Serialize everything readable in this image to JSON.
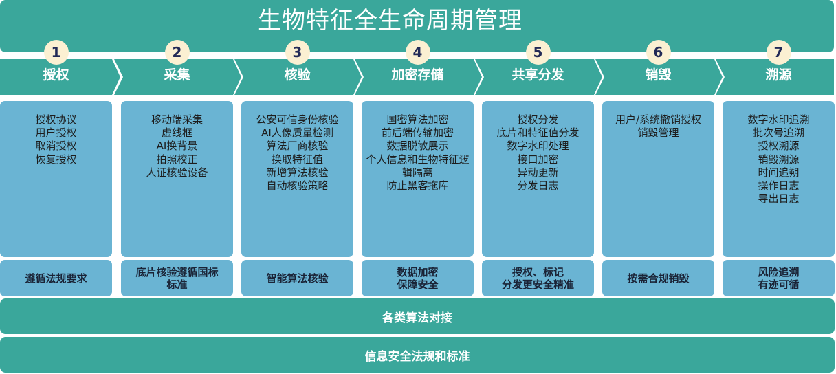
{
  "title": "生物特征全生命周期管理",
  "stages": [
    {
      "number": "1",
      "title": "授权",
      "items": [
        "授权协议",
        "用户授权",
        "取消授权",
        "恢复授权"
      ],
      "footer": "遵循法规要求"
    },
    {
      "number": "2",
      "title": "采集",
      "items": [
        "移动端采集",
        "虚线框",
        "AI换背景",
        "拍照校正",
        "人证核验设备"
      ],
      "footer": "底片核验遵循国标\n标准"
    },
    {
      "number": "3",
      "title": "核验",
      "items": [
        "公安可信身份核验",
        "AI人像质量检测",
        "算法厂商核验",
        "换取特征值",
        "新增算法核验",
        "自动核验策略"
      ],
      "footer": "智能算法核验"
    },
    {
      "number": "4",
      "title": "加密存储",
      "items": [
        "国密算法加密",
        "前后端传输加密",
        "数据脱敏展示",
        "个人信息和生物特征逻",
        "辑隔离",
        "防止黑客拖库"
      ],
      "footer": "数据加密\n保障安全"
    },
    {
      "number": "5",
      "title": "共享分发",
      "items": [
        "授权分发",
        "底片和特征值分发",
        "数字水印处理",
        "接口加密",
        "异动更新",
        "分发日志"
      ],
      "footer": "授权、标记\n分发更安全精准"
    },
    {
      "number": "6",
      "title": "销毁",
      "items": [
        "用户/系统撤销授权",
        "销毁管理"
      ],
      "footer": "按需合规销毁"
    },
    {
      "number": "7",
      "title": "溯源",
      "items": [
        "数字水印追溯",
        "批次号追溯",
        "授权溯源",
        "销毁溯源",
        "时间追朔",
        "操作日志",
        "导出日志"
      ],
      "footer": "风险追溯\n有迹可循"
    }
  ],
  "bands": [
    "各类算法对接",
    "信息安全法规和标准"
  ],
  "colors": {
    "teal": "#3aa79b",
    "card_blue": "#6ab4d3",
    "badge_cream": "#fbf0d2",
    "badge_text": "#222a57"
  }
}
